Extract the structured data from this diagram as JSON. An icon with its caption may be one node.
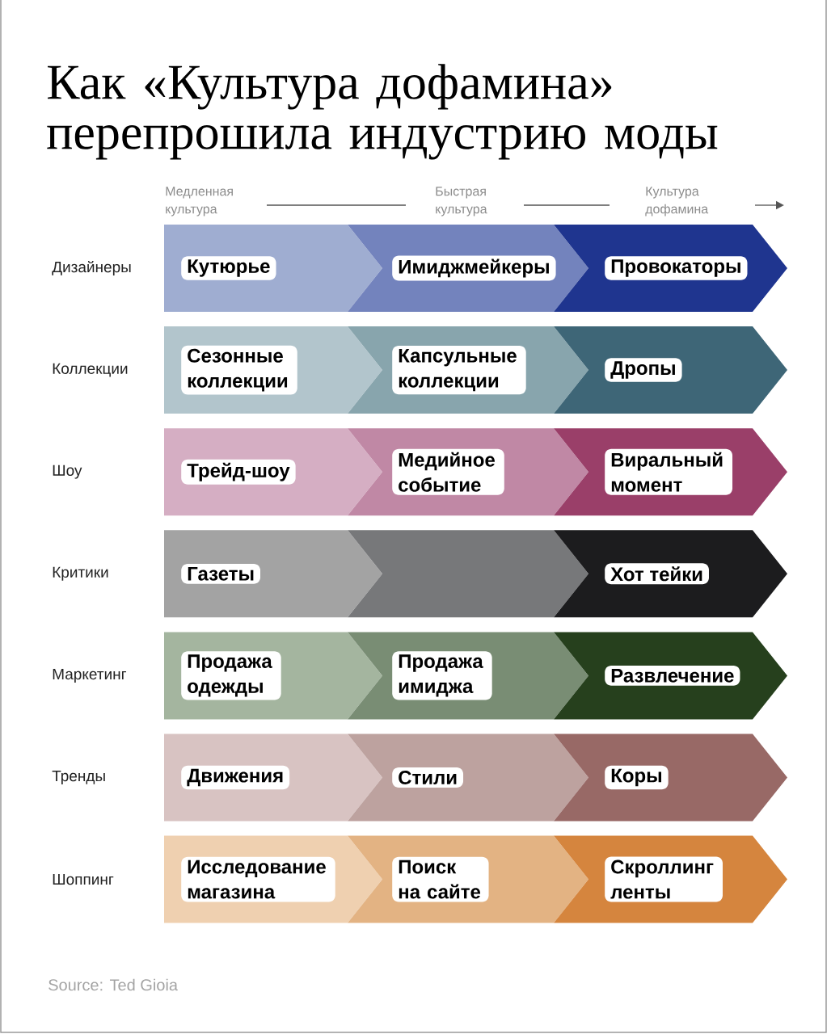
{
  "diagram": {
    "title": "Как «Культура дофамина» перепрошила индустрию моды",
    "caption": "Source: Ted Gioia",
    "nodes": [
      {
        "text": [
          "Кутюрье"
        ]
      },
      {
        "text": [
          "Имиджмейкеры"
        ]
      },
      {
        "text": [
          "Провокаторы"
        ]
      },
      {
        "text": [
          "Сезонные коллекции"
        ]
      },
      {
        "text": [
          "Капсульные коллекции"
        ]
      },
      {
        "text": [
          "Дропы"
        ]
      },
      {
        "text": [
          "Трейд-шоу"
        ]
      },
      {
        "text": [
          "Медийное событие"
        ]
      },
      {
        "text": [
          "Виральный момент"
        ]
      },
      {
        "text": [
          "Газеты"
        ]
      },
      {
        "text": [],
        "shape": "chevron"
      },
      {
        "text": [
          "Хот тейки"
        ]
      },
      {
        "text": [
          "Продажа одежды"
        ]
      },
      {
        "text": [
          "Продажа имиджа"
        ]
      },
      {
        "text": [
          "Развлечение"
        ]
      },
      {
        "text": [
          "Движения"
        ]
      },
      {
        "text": [
          "Стили"
        ]
      },
      {
        "text": [
          "Коры"
        ]
      },
      {
        "text": [
          "Исследование магазина"
        ]
      },
      {
        "text": [
          "Поиск на сайте"
        ]
      },
      {
        "text": [
          "Скроллинг ленты"
        ]
      }
    ],
    "labels": [
      "Медленная культура",
      "Быстрая культура",
      "Культура дофамина",
      "Дизайнеры",
      "Коллекции",
      "Шоу",
      "Критики",
      "Маркетинг",
      "Тренды",
      "Шоппинг"
    ]
  }
}
